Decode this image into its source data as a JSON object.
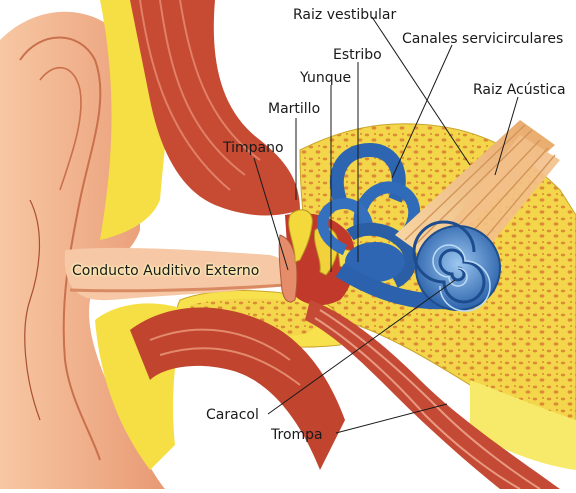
{
  "labels": {
    "raiz_vestibular": "Raiz vestibular",
    "canales": "Canales servicirculares",
    "estribo": "Estribo",
    "yunque": "Yunque",
    "raiz_acustica": "Raiz Acústica",
    "martillo": "Martillo",
    "timpano": "Timpano",
    "conducto": "Conducto Auditivo Externo",
    "caracol": "Caracol",
    "trompa": "Trompa"
  },
  "colors": {
    "skin": "#f2b48c",
    "skin_dark": "#d9855f",
    "bone": "#f6e24a",
    "bone_light": "#fbf28e",
    "bone_spots": "#e08a3a",
    "muscle": "#c0392b",
    "muscle_light": "#e07a5f",
    "canals": "#2e6db5",
    "cochlea": "#4a8fd6",
    "nerve": "#f5c89a",
    "ossicle": "#f2d23a"
  }
}
